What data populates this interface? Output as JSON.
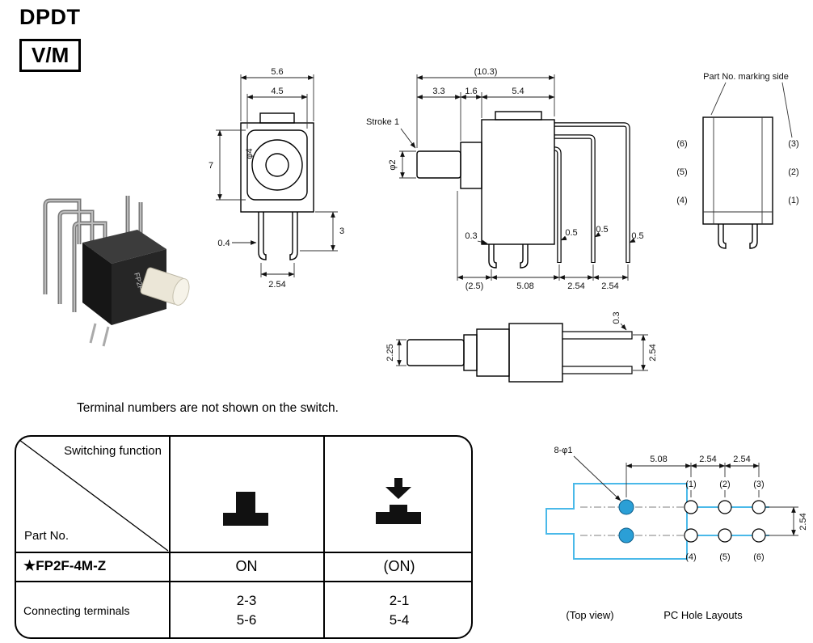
{
  "header": {
    "title": "DPDT",
    "badge": "V/M"
  },
  "note": "Terminal numbers are not shown on the switch.",
  "photo": {
    "marking": "FP2F"
  },
  "front": {
    "w_outer": "5.6",
    "w_inner": "4.5",
    "h_inner": "7",
    "btn_dia": "φ4",
    "pin_w": "0.4",
    "pin_pitch": "2.54",
    "pin_len": "3"
  },
  "side": {
    "total": "(10.3)",
    "d33": "3.3",
    "d16": "1.6",
    "d54": "5.4",
    "stroke": "Stroke 1",
    "plunger_dia": "φ2",
    "pin_t": "0.3",
    "w05a": "0.5",
    "w05b": "0.5",
    "w05c": "0.5",
    "d25": "(2.5)",
    "d508": "5.08",
    "d254a": "2.54",
    "d254b": "2.54"
  },
  "rear": {
    "marking_side": "Part No. marking side",
    "t6": "(6)",
    "t5": "(5)",
    "t4": "(4)",
    "t3": "(3)",
    "t2": "(2)",
    "t1": "(1)"
  },
  "bottom": {
    "d225": "2.25",
    "d03": "0.3",
    "d254": "2.54"
  },
  "table": {
    "switching_function": "Switching function",
    "part_no": "Part No.",
    "part": "★FP2F-4M-Z",
    "pos1": "ON",
    "pos2": "(ON)",
    "connecting": "Connecting terminals",
    "c1a": "2-3",
    "c1b": "5-6",
    "c2a": "2-1",
    "c2b": "5-4"
  },
  "pc": {
    "holes": "8-φ1",
    "d508": "5.08",
    "d254a": "2.54",
    "d254b": "2.54",
    "d254v": "2.54",
    "h1": "(1)",
    "h2": "(2)",
    "h3": "(3)",
    "h4": "(4)",
    "h5": "(5)",
    "h6": "(6)",
    "top_view": "(Top view)",
    "title": "PC Hole Layouts"
  },
  "colors": {
    "hole_blue": "#2b9fd6",
    "footprint_cyan": "#4ab9e9"
  }
}
